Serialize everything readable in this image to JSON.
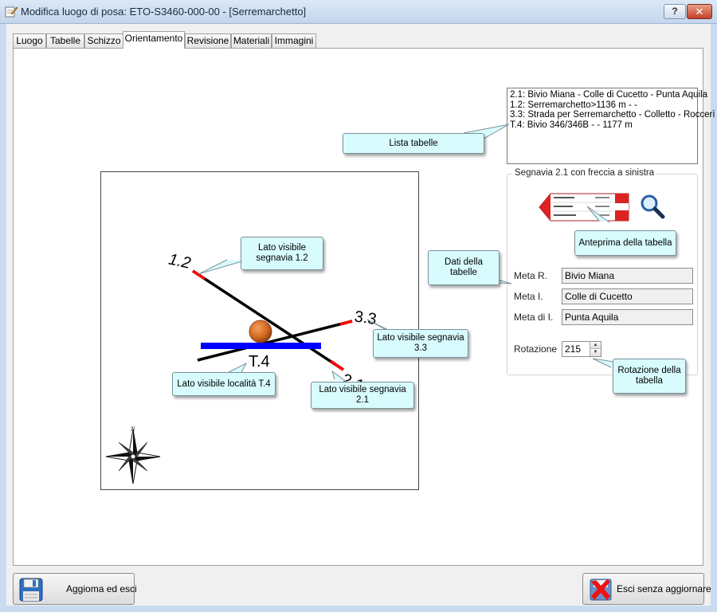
{
  "window": {
    "title": "Modifica luogo di posa: ETO-S3460-000-00 - [Serremarchetto]",
    "help_label": "?",
    "close_label": "✕"
  },
  "tabs": [
    "Luogo",
    "Tabelle",
    "Schizzo",
    "Orientamento",
    "Revisione",
    "Materiali",
    "Immagini"
  ],
  "active_tab": "Orientamento",
  "plot": {
    "labels": {
      "s12": "1.2",
      "s33": "3.3",
      "s21": "2.1",
      "t4": "T.4",
      "north": "N"
    },
    "rotation_deg": 215
  },
  "list": {
    "items": [
      "2.1: Bivio Miana - Colle di Cucetto - Punta Aquila",
      "1.2: Serremarchetto>1136 m -  -",
      "3.3: Strada per Serremarchetto - Colletto - Roccerì",
      "T.4: Bivio 346/346B -  - 1177 m"
    ]
  },
  "group": {
    "legend": "Segnavia 2.1 con freccia a sinistra",
    "fields": {
      "meta_r_label": "Meta R.",
      "meta_r_value": "Bivio Miana",
      "meta_i_label": "Meta I.",
      "meta_i_value": "Colle di Cucetto",
      "meta_di_i_label": "Meta di I.",
      "meta_di_i_value": "Punta Aquila",
      "rotation_label": "Rotazione",
      "rotation_value": "215"
    }
  },
  "callouts": {
    "lista_tabelle": "Lista tabelle",
    "lato_12": "Lato visibile segnavia 1.2",
    "dati_tabelle": "Dati della tabelle",
    "anteprima": "Anteprima della tabella",
    "lato_33": "Lato visibile segnavia 3.3",
    "lato_t4": "Lato visibile località T.4",
    "lato_21": "Lato visibile segnavia 2.1",
    "rotazione": "Rotazione della tabella"
  },
  "buttons": {
    "update_label": "Aggioma ed esci",
    "exit_label": "Esci senza aggiornare"
  },
  "colors": {
    "callout_bg": "#d8fcfe",
    "t4_bar": "#0000ff",
    "visible_side": "#ff0000",
    "signpost_line": "#000000",
    "ball": "#d2691e"
  }
}
